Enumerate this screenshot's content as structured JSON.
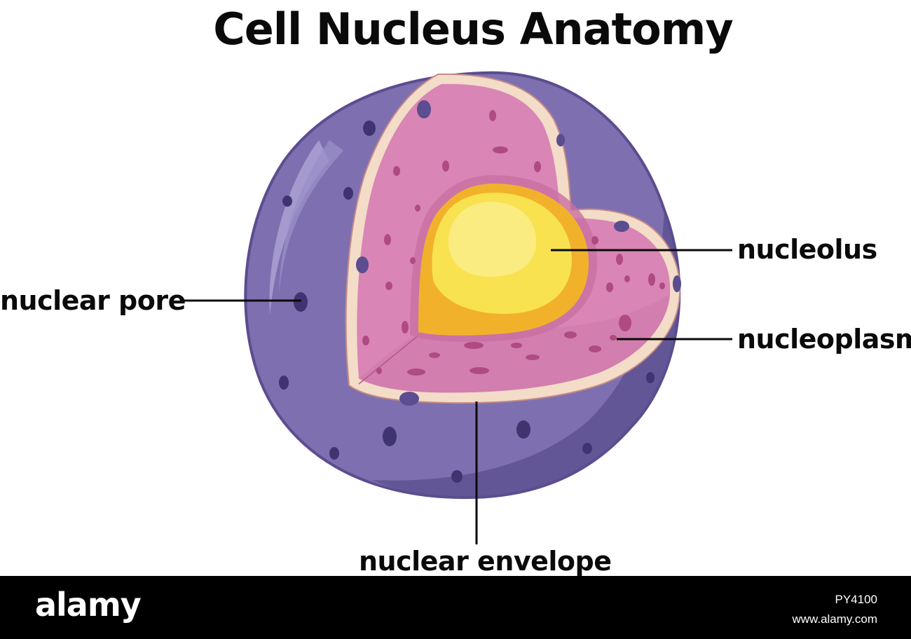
{
  "title": "Cell Nucleus Anatomy",
  "labels": {
    "nuclear_pore": "nuclear pore",
    "nucleolus": "nucleolus",
    "nucleoplasm": "nucleoplasm",
    "nuclear_envelope": "nuclear envelope"
  },
  "watermark": {
    "brand": "alamy",
    "image_id": "PY4100",
    "site": "www.alamy.com"
  },
  "colors": {
    "envelope_outer": "#7e70b0",
    "envelope_dark": "#5b4d8f",
    "nucleoplasm": "#d985b5",
    "nucleolus_outer": "#f2b12b",
    "nucleolus_inner": "#f9e24f",
    "membrane_rim": "#f3dcc8"
  }
}
